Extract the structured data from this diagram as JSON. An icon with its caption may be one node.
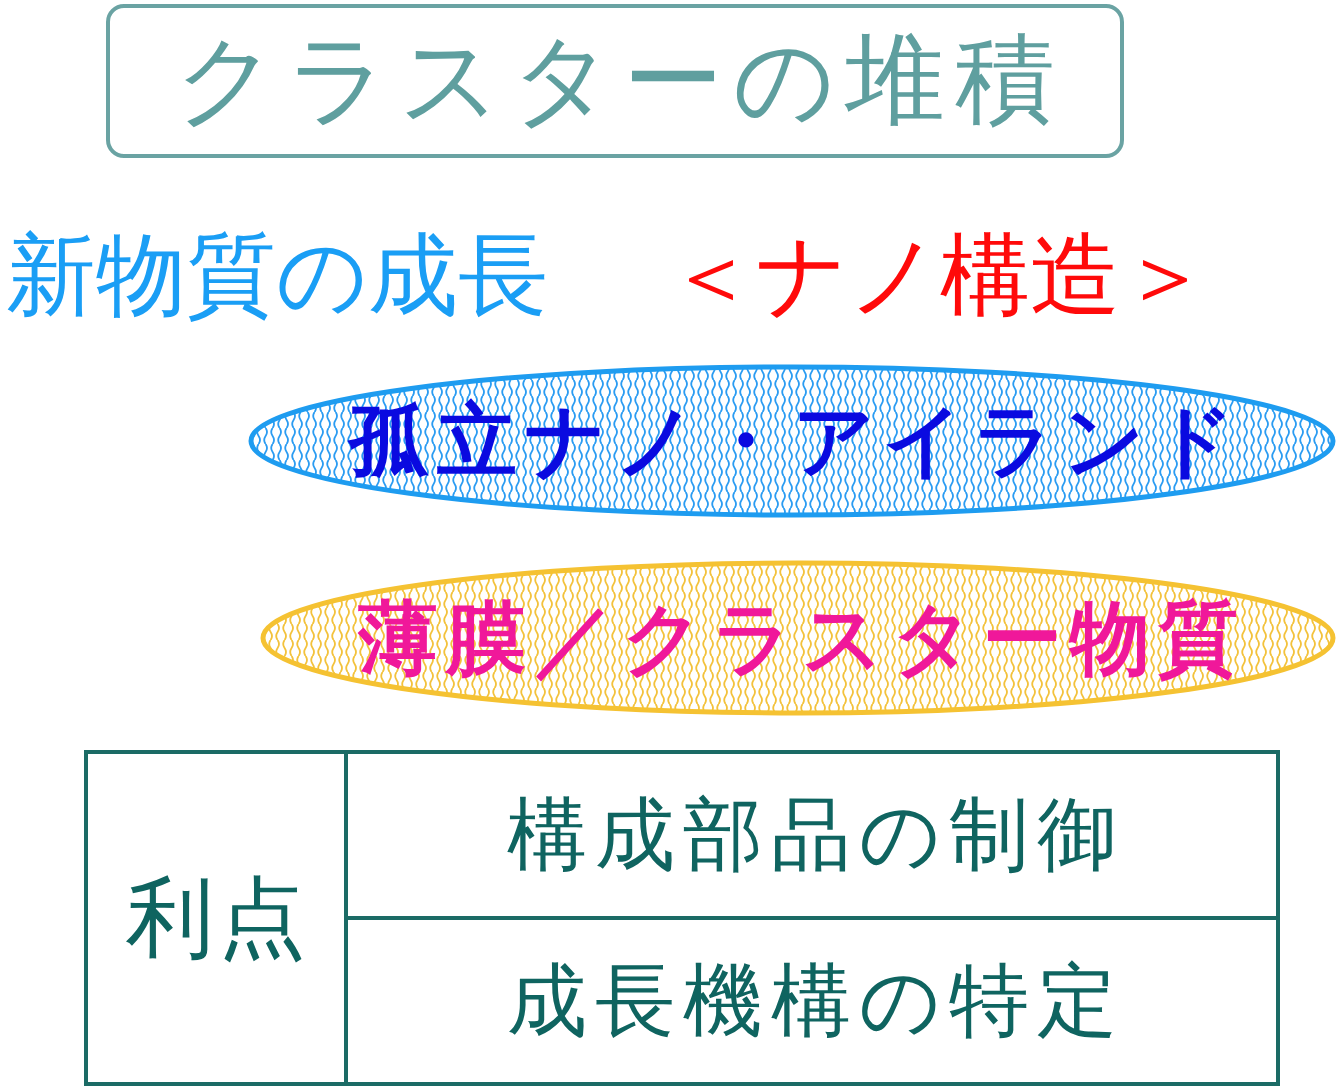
{
  "diagram": {
    "title": "クラスターの堆積",
    "nodes": [
      {
        "text": [
          "孤立ナノ・アイランド"
        ]
      },
      {
        "text": [
          "薄膜／クラスター物質"
        ]
      }
    ],
    "labels": [
      "新物質の成長",
      "＜ナノ構造＞",
      "利点",
      "構成部品の制御",
      "成長機構の特定"
    ]
  }
}
